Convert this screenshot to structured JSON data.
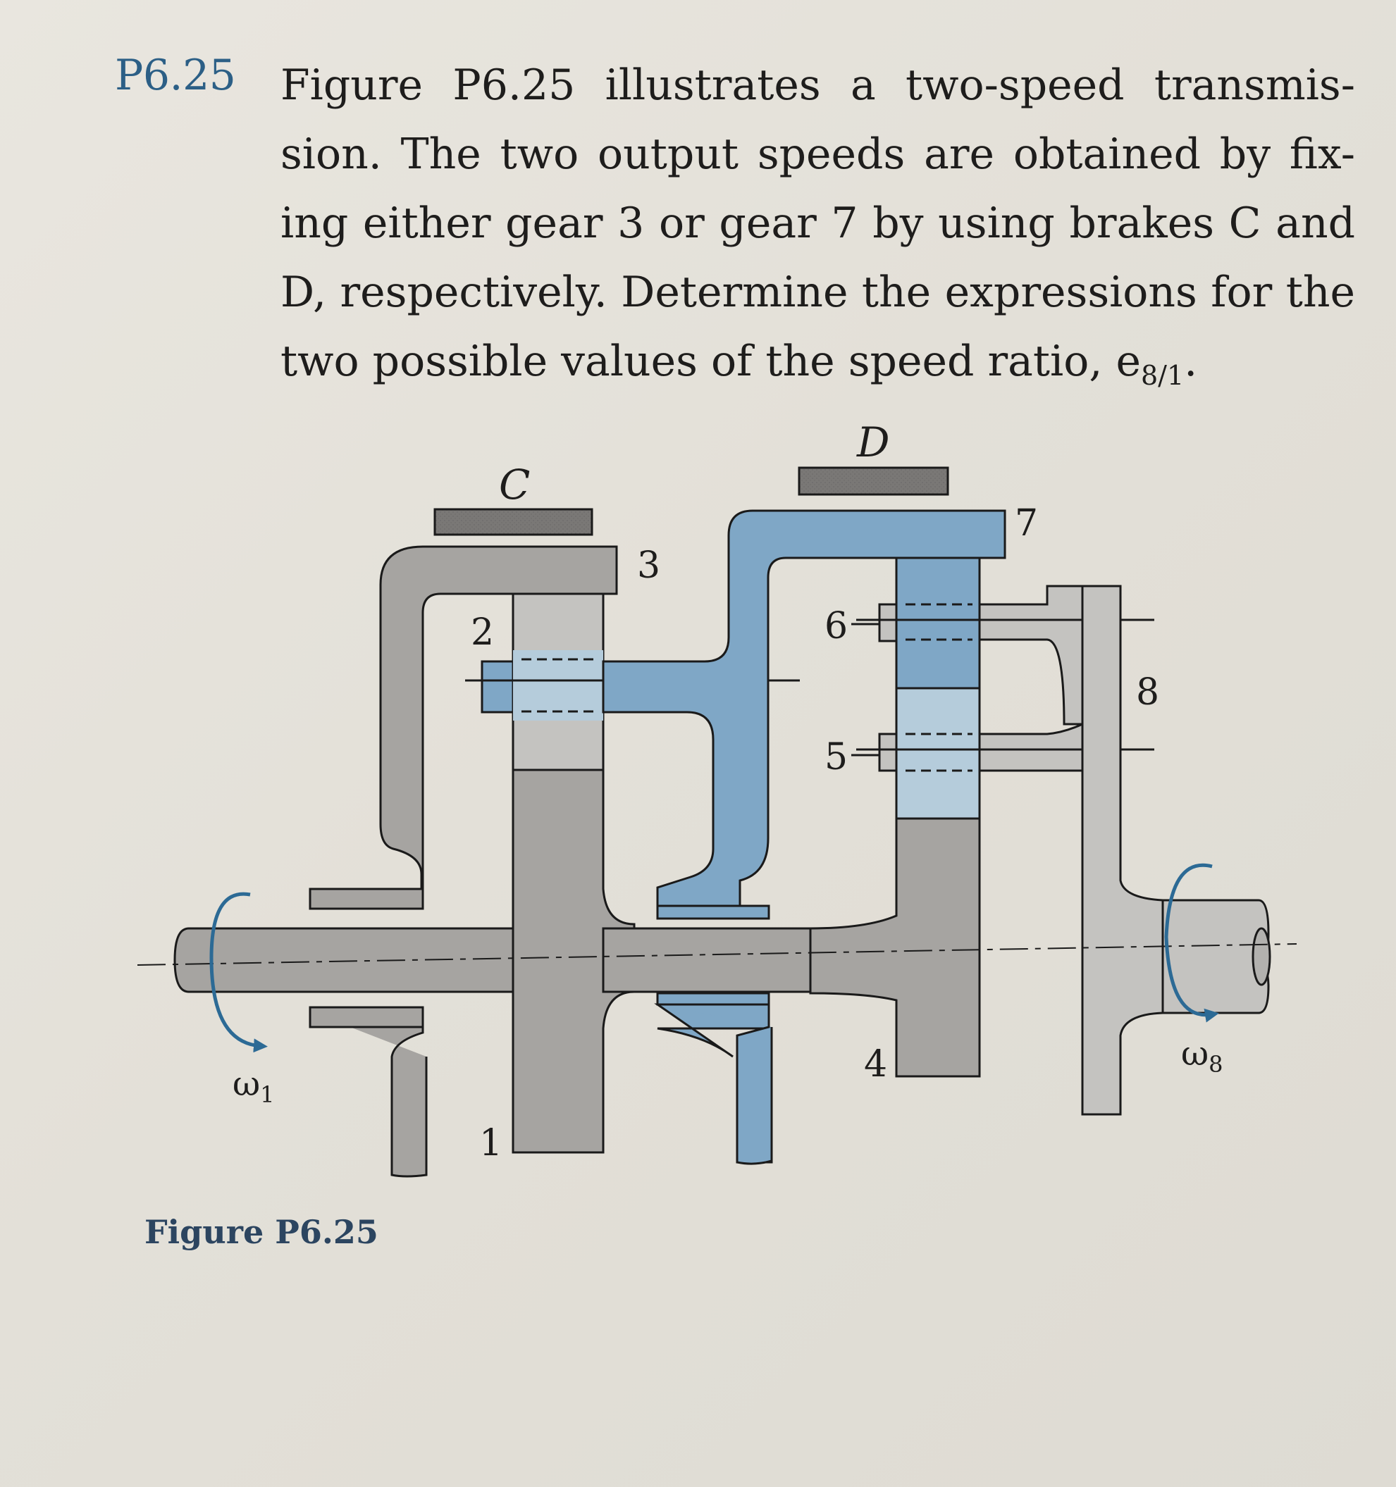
{
  "problem": {
    "number": "P6.25",
    "lines": [
      "Figure P6.25 illustrates a two-speed transmis-",
      "sion. The two output speeds are obtained by fix-",
      "ing either gear 3 or gear 7 by using brakes C and",
      "D, respectively. Determine the expressions for the",
      "two possible values of the speed ratio, e"
    ],
    "ratio_subscript": "8/1",
    "ratio_end": "."
  },
  "figure": {
    "brake_labels": {
      "c": "C",
      "d": "D"
    },
    "gear_labels": {
      "g1": "1",
      "g2": "2",
      "g3": "3",
      "g4": "4",
      "g5": "5",
      "g6": "6",
      "g7": "7",
      "g8": "8"
    },
    "omega_in": {
      "symbol": "ω",
      "sub": "1"
    },
    "omega_out": {
      "symbol": "ω",
      "sub": "8"
    },
    "colors": {
      "gray_part": "#a6a4a1",
      "light_gray_part": "#c4c3c0",
      "blue_part": "#7fa7c6",
      "light_blue_part": "#b5ccdb",
      "brake": "#7a7876",
      "outline": "#1a1a1a",
      "arrow": "#2c6a95"
    },
    "caption": "Figure P6.25"
  }
}
